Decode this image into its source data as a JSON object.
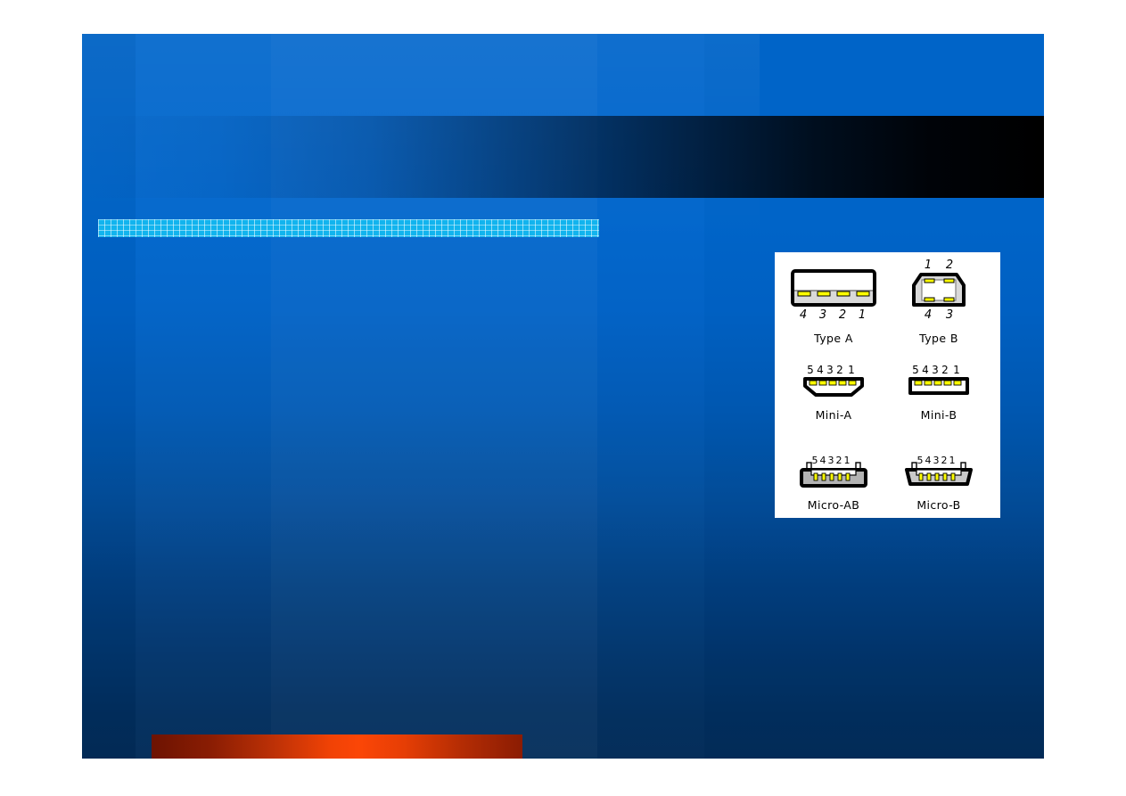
{
  "slide": {
    "title_placeholder_text": "",
    "background_accent_color": "#0066cc",
    "dark_band_color": "#000000",
    "accent_bar_color": "#f04205",
    "title_placeholder_color": "#12b4ee"
  },
  "usb_panel": {
    "connectors": [
      {
        "id": "type-a",
        "label": "Type A",
        "pin_labels": [
          "4",
          "3",
          "2",
          "1"
        ],
        "pin_count": 4,
        "shell_color": "#d4d4d4",
        "contact_color": "#ffff00",
        "outline_color": "#000000"
      },
      {
        "id": "type-b",
        "label": "Type B",
        "pin_labels_top": [
          "1",
          "2"
        ],
        "pin_labels_bottom": [
          "4",
          "3"
        ],
        "pin_count": 4,
        "shell_color": "#d4d4d4",
        "contact_color": "#ffff00",
        "outline_color": "#000000"
      },
      {
        "id": "mini-a",
        "label": "Mini-A",
        "pin_labels": [
          "5",
          "4",
          "3",
          "2",
          "1"
        ],
        "pin_count": 5,
        "shell_color": "#ffffff",
        "contact_color": "#ffff00",
        "outline_color": "#000000"
      },
      {
        "id": "mini-b",
        "label": "Mini-B",
        "pin_labels": [
          "5",
          "4",
          "3",
          "2",
          "1"
        ],
        "pin_count": 5,
        "shell_color": "#ffffff",
        "contact_color": "#ffff00",
        "outline_color": "#000000"
      },
      {
        "id": "micro-ab",
        "label": "Micro-AB",
        "pin_labels": [
          "5",
          "4",
          "3",
          "2",
          "1"
        ],
        "pin_count": 5,
        "shell_color": "#b3b3b3",
        "contact_color": "#ffff00",
        "outline_color": "#000000"
      },
      {
        "id": "micro-b",
        "label": "Micro-B",
        "pin_labels": [
          "5",
          "4",
          "3",
          "2",
          "1"
        ],
        "pin_count": 5,
        "shell_color": "#c9c9c9",
        "contact_color": "#ffff00",
        "outline_color": "#000000"
      }
    ]
  }
}
